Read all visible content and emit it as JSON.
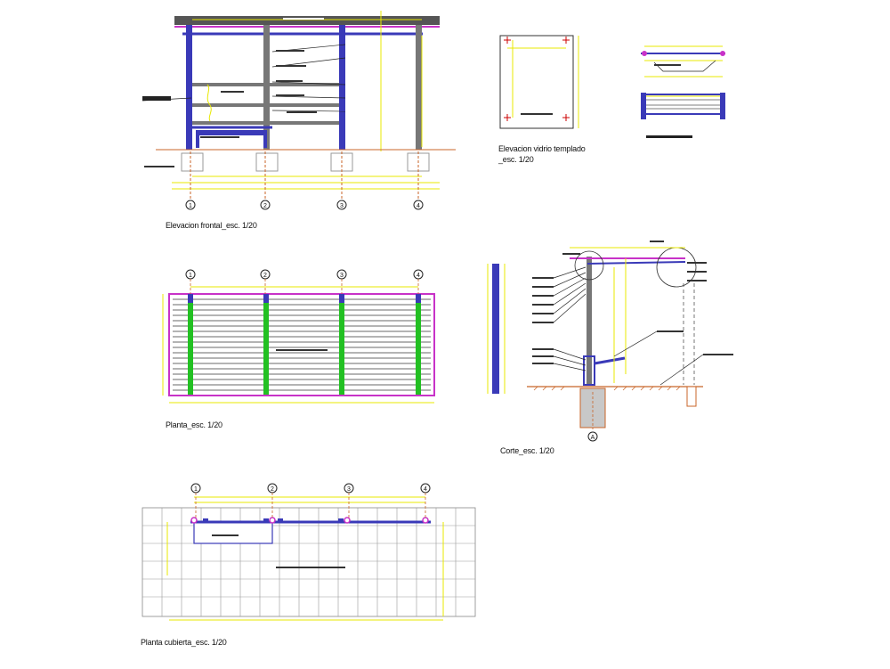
{
  "sheet": {
    "background": "#ffffff",
    "colors": {
      "line": "#111111",
      "column": "#3a3ab8",
      "dimension": "#e8e800",
      "ground": "#c86428",
      "roof_edge": "#c832c8",
      "support": "#22c022",
      "callout": "#1a1a1a"
    }
  },
  "views": [
    {
      "id": "front",
      "caption": "Elevacion frontal_esc. 1/20",
      "axes": [
        "1",
        "2",
        "3",
        "4"
      ]
    },
    {
      "id": "glass",
      "caption_line1": "Elevacion vidrio templado",
      "caption_line2": "_esc. 1/20"
    },
    {
      "id": "plan",
      "caption": "Planta_esc. 1/20",
      "axes": [
        "1",
        "2",
        "3",
        "4"
      ]
    },
    {
      "id": "section",
      "caption": "Corte_esc. 1/20",
      "axis": "A"
    },
    {
      "id": "roof",
      "caption": "Planta cubierta_esc. 1/20",
      "axes": [
        "1",
        "2",
        "3",
        "4"
      ]
    }
  ]
}
